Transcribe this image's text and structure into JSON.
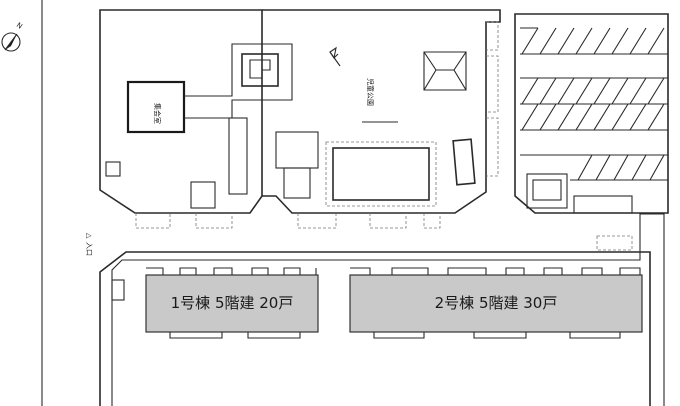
{
  "north_label": "N",
  "entrance_label": "入口",
  "entrance_mark": "△",
  "meeting_hall_label": "集会室",
  "park_label": "児童公園",
  "building_1_label": "1号棟  5階建  20戸",
  "building_2_label": "2号棟  5階建  30戸",
  "colors": {
    "building_fill": "#c9c9c9",
    "line": "#2a2a2a",
    "background": "#ffffff"
  }
}
